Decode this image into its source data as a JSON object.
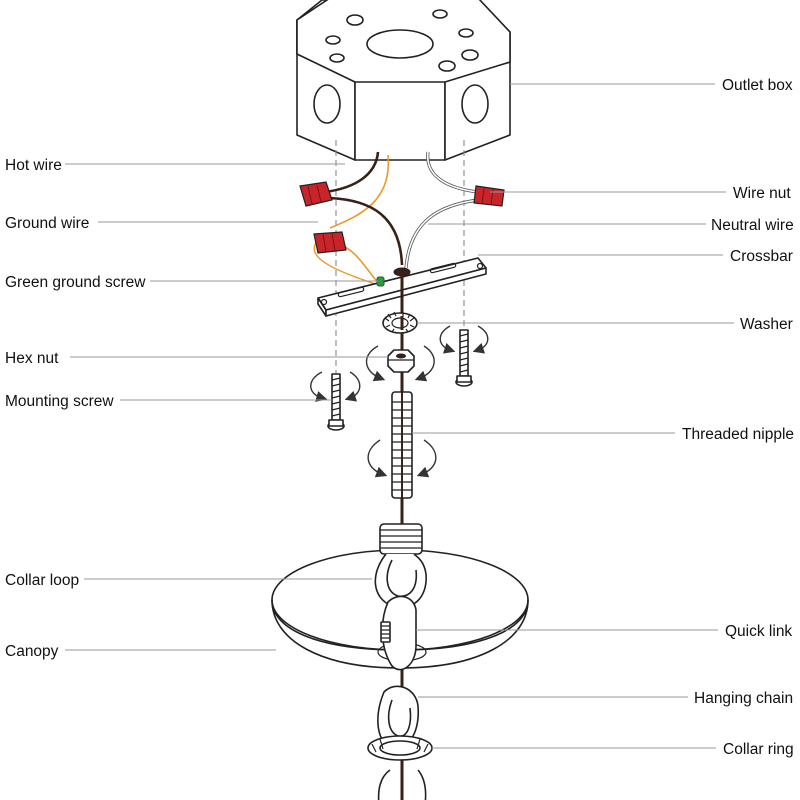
{
  "labels": {
    "outlet_box": "Outlet box",
    "hot_wire": "Hot wire",
    "wire_nut": "Wire nut",
    "ground_wire": "Ground wire",
    "neutral_wire": "Neutral wire",
    "crossbar": "Crossbar",
    "green_ground_screw": "Green ground screw",
    "washer": "Washer",
    "hex_nut": "Hex nut",
    "mounting_screw": "Mounting screw",
    "threaded_nipple": "Threaded nipple",
    "collar_loop": "Collar loop",
    "quick_link": "Quick link",
    "canopy": "Canopy",
    "hanging_chain": "Hanging chain",
    "collar_ring": "Collar ring"
  },
  "colors": {
    "wire_nut": "#c8242a",
    "ground_wire": "#e89a2c",
    "hot_wire": "#3a2016",
    "neutral_wire": "#bdbdbd",
    "ground_screw": "#2e9a45",
    "line": "#222222",
    "leader": "#9a9a9a"
  }
}
